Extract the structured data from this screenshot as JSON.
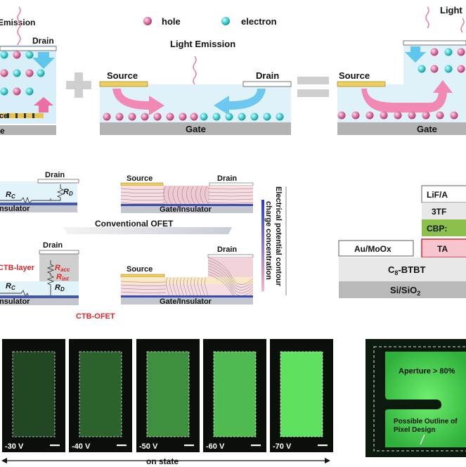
{
  "legend": {
    "hole": "hole",
    "electron": "electron"
  },
  "panel_a": {
    "left": {
      "emission": "Emission",
      "drain": "Drain",
      "ce": "ce",
      "gate": "e"
    },
    "middle": {
      "light_emission": "Light Emission",
      "source": "Source",
      "drain": "Drain",
      "gate": "Gate"
    },
    "right": {
      "light": "Light",
      "source": "Source",
      "gate": "Gate"
    }
  },
  "panel_b": {
    "conv_drain": "Drain",
    "rc": "R",
    "rc_sub": "C",
    "rd": "R",
    "rd_sub": "D",
    "insulator_1": "Insulator",
    "contour_source": "Source",
    "contour_drain_1": "Drain",
    "gate_insulator_1": "Gate/Insulator",
    "conventional_ofet": "Conventional OFET",
    "ctb_drain": "Drain",
    "ctb_layer": "CTB-layer",
    "racc": "R",
    "racc_sub": "acc",
    "rint": "R",
    "rint_sub": "int",
    "rc2": "R",
    "rc2_sub": "C",
    "rd2": "R",
    "rd2_sub": "D",
    "insulator_2": "Insulator",
    "contour_source_2": "Source",
    "contour_drain_2": "Drain",
    "gate_insulator_2": "Gate/Insulator",
    "ctb_ofet": "CTB-OFET",
    "colorbar_left": "Electrical potential contour",
    "colorbar_right": "charge concentration",
    "colors": {
      "accent_red": "#e0262b",
      "contour_pink": "#f3bcc4"
    }
  },
  "panel_c": {
    "layers": [
      "LiF/A",
      "3TF",
      "CBP:",
      "TA",
      "C8-BTBT",
      "Si/SiO2"
    ],
    "electrode": "Au/MoOx",
    "colors": {
      "cbp": "#8cc04c",
      "ta": "#f7c5cd",
      "c8": "#e8e8e8",
      "si": "#b9b9b9"
    }
  },
  "panel_d": {
    "voltages": [
      "-30 V",
      "-40 V",
      "-50 V",
      "-60 V",
      "-70 V"
    ],
    "brightness": [
      0.28,
      0.4,
      0.62,
      0.82,
      1.0
    ],
    "on_state": "on state",
    "aperture": "Aperture > 80%",
    "outline_1": "Possible Outline of",
    "outline_2": "Pixel Design",
    "colors": {
      "glow": "#5fe060",
      "dark": "#0a0f0a"
    }
  }
}
